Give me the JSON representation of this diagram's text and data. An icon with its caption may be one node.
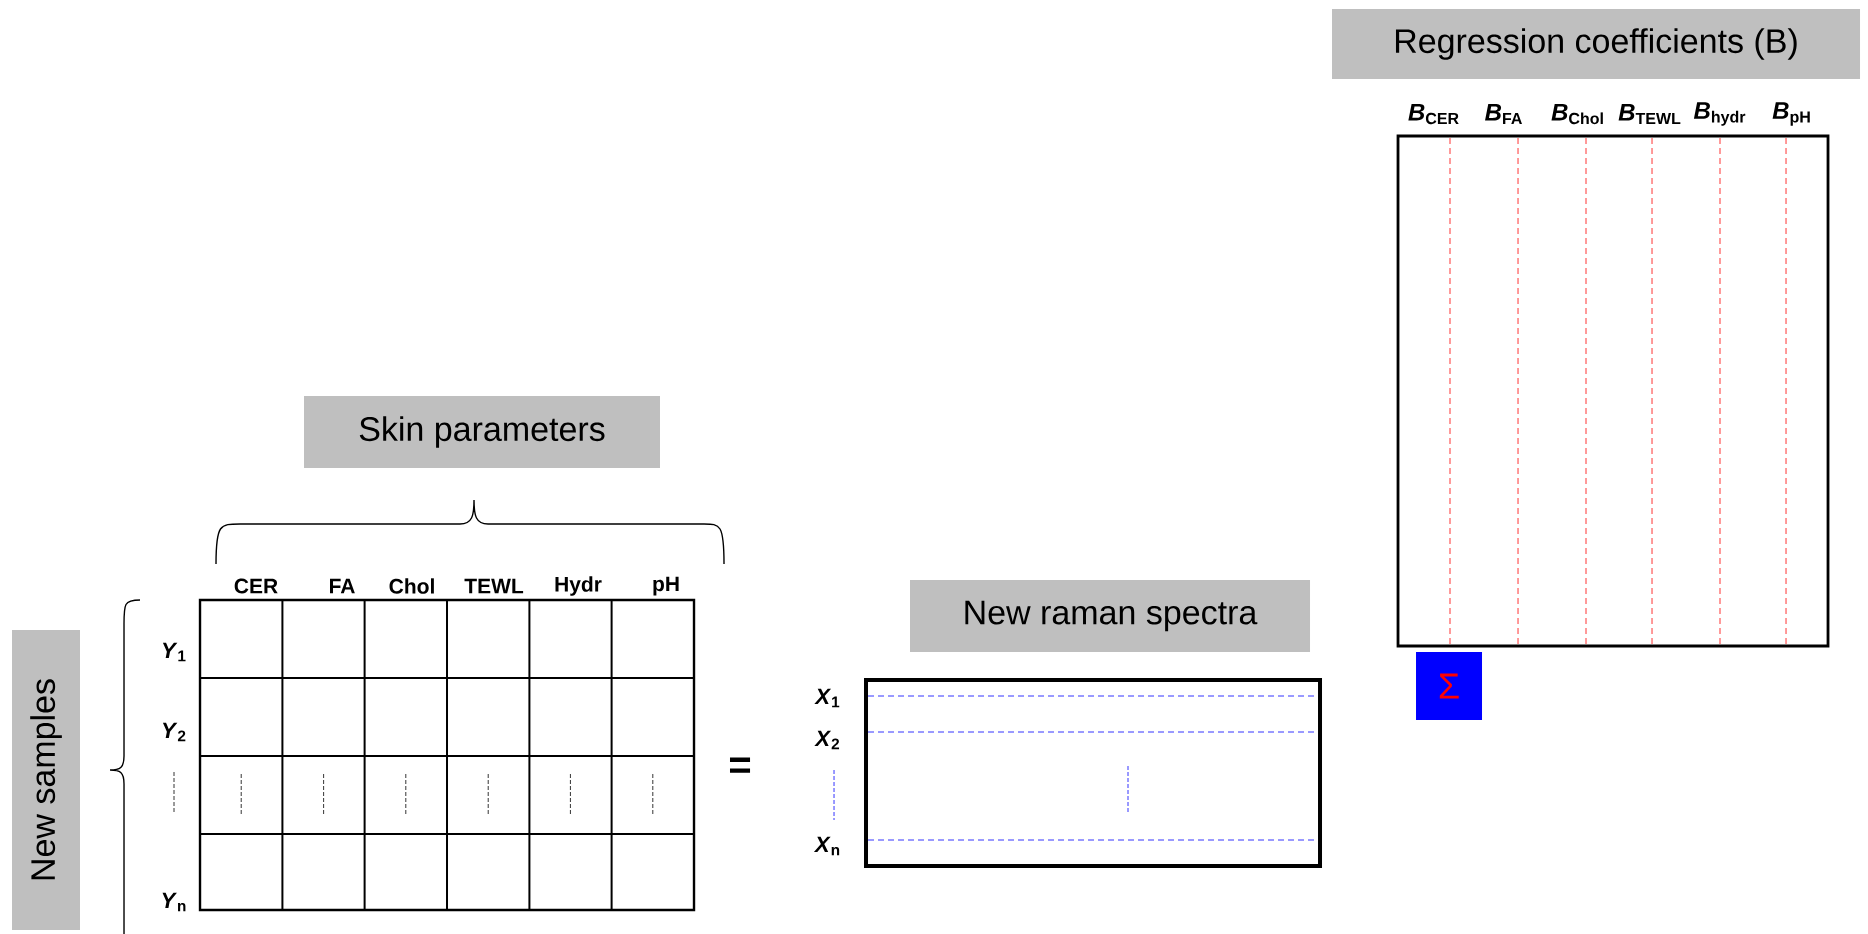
{
  "diagram": {
    "nodes": [
      {
        "text": [
          "Regression coefficients (B)"
        ]
      },
      {
        "text": [
          "Skin parameters"
        ]
      },
      {
        "text": [
          "New raman spectra"
        ]
      },
      {
        "text": [
          "New samples"
        ]
      },
      {
        "text": [
          "Σ"
        ]
      }
    ],
    "labels": [
      "*B*$_{CER}$",
      "*B*$_{FA}$",
      "*B*$_{Chol}$",
      "*B*$_{TEWL}$",
      "*B*$_{hydr}$",
      "*B*$_{pH}$",
      "CER",
      "FA",
      "Chol",
      "TEWL",
      "Hydr",
      "pH",
      "*Y*$_{1}$",
      "*Y*$_{2}$",
      "*Y*$_{n}$",
      "=",
      "*X*$_{1}$",
      "*X*$_{2}$",
      "*X*$_{n}$"
    ]
  }
}
